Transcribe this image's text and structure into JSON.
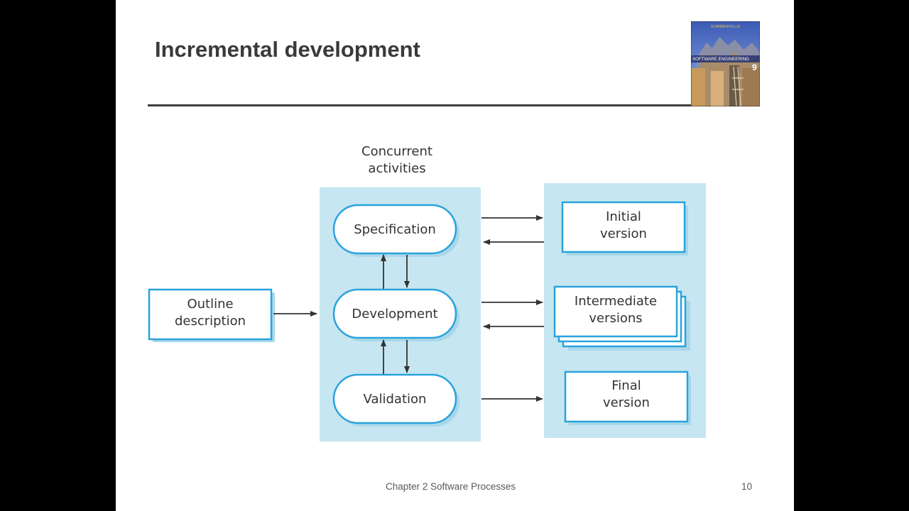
{
  "slide": {
    "title": "Incremental development",
    "footer": "Chapter 2 Software Processes",
    "page_number": "10"
  },
  "book_cover": {
    "author": "SOMMERVILLE",
    "title": "SOFTWARE ENGINEERING",
    "edition": "9"
  },
  "diagram": {
    "concurrent_label": [
      "Concurrent",
      "activities"
    ],
    "input": [
      "Outline",
      "description"
    ],
    "activities": [
      "Specification",
      "Development",
      "Validation"
    ],
    "outputs": {
      "initial": [
        "Initial",
        "version"
      ],
      "intermediate": [
        "Intermediate",
        "versions"
      ],
      "final": [
        "Final",
        "version"
      ]
    }
  },
  "colors": {
    "panel": "#c6e6f1",
    "box_border": "#2aa3dc",
    "box_shadow": "#a9d7ea",
    "arrow": "#333333",
    "title": "#3a3a3a"
  }
}
